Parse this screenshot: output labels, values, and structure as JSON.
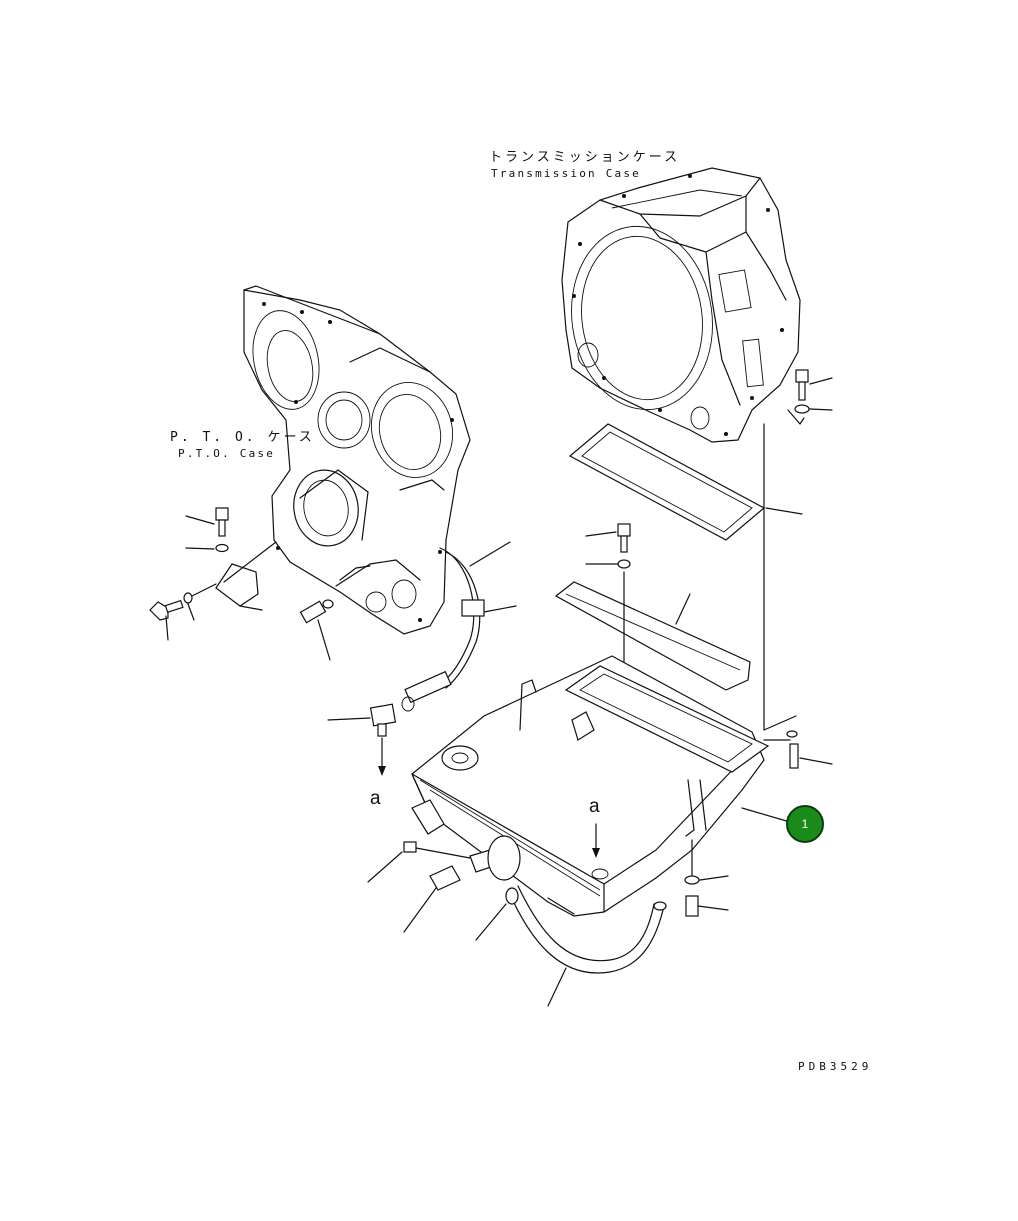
{
  "labels": {
    "transmission_case_jp": "トランスミッションケース",
    "transmission_case_en": "Transmission Case",
    "pto_case_jp": "P. T. O. ケース",
    "pto_case_en": "P.T.O. Case",
    "marker_a_left": "a",
    "marker_a_right": "a",
    "drawing_ref": "PDB3529"
  },
  "callouts": [
    {
      "number": "1",
      "color": "#1a8a1a"
    }
  ]
}
